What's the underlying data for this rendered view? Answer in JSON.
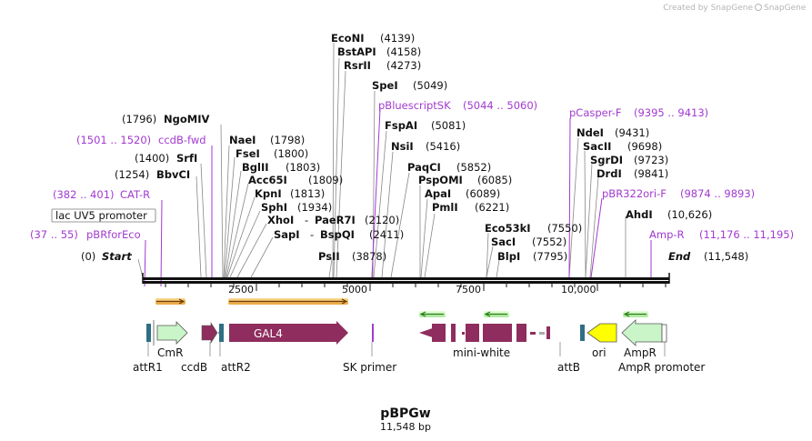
{
  "watermark": "Created by SnapGene",
  "plasmid": {
    "name": "pBPGw",
    "length_label": "11,548 bp",
    "length": 11548
  },
  "ruler": {
    "start_label": "Start",
    "start_pos": "(0)",
    "end_label": "End",
    "end_pos": "(11,548)",
    "ticks": [
      "2500",
      "5000",
      "7500",
      "10,000"
    ]
  },
  "sites": [
    {
      "id": "econi",
      "name": "EcoNI",
      "pos": "(4139)",
      "bp": 4139
    },
    {
      "id": "bstapi",
      "name": "BstAPI",
      "pos": "(4158)",
      "bp": 4158
    },
    {
      "id": "rsrii",
      "name": "RsrII",
      "pos": "(4273)",
      "bp": 4273
    },
    {
      "id": "spei",
      "name": "SpeI",
      "pos": "(5049)",
      "bp": 5049
    },
    {
      "id": "fspai",
      "name": "FspAI",
      "pos": "(5081)",
      "bp": 5081
    },
    {
      "id": "nsii",
      "name": "NsiI",
      "pos": "(5416)",
      "bp": 5416
    },
    {
      "id": "paqci",
      "name": "PaqCI",
      "pos": "(5852)",
      "bp": 5852
    },
    {
      "id": "pspomi",
      "name": "PspOMI",
      "pos": "(6085)",
      "bp": 6085
    },
    {
      "id": "apai",
      "name": "ApaI",
      "pos": "(6089)",
      "bp": 6089
    },
    {
      "id": "pmli",
      "name": "PmlI",
      "pos": "(6221)",
      "bp": 6221
    },
    {
      "id": "ngomiv",
      "name": "NgoMIV",
      "pos": "(1796)",
      "bp": 1796
    },
    {
      "id": "naei",
      "name": "NaeI",
      "pos": "(1798)",
      "bp": 1798
    },
    {
      "id": "fsei",
      "name": "FseI",
      "pos": "(1800)",
      "bp": 1800
    },
    {
      "id": "bglii",
      "name": "BglII",
      "pos": "(1803)",
      "bp": 1803
    },
    {
      "id": "acc65i",
      "name": "Acc65I",
      "pos": "(1809)",
      "bp": 1809
    },
    {
      "id": "kpni",
      "name": "KpnI",
      "pos": "(1813)",
      "bp": 1813
    },
    {
      "id": "sphi",
      "name": "SphI",
      "pos": "(1934)",
      "bp": 1934
    },
    {
      "id": "xhoi",
      "name": "XhoI",
      "pos": "",
      "bp": 2120
    },
    {
      "id": "paer7i",
      "name": "PaeR7I",
      "pos": "(2120)",
      "bp": 2120
    },
    {
      "id": "sapi",
      "name": "SapI",
      "pos": "",
      "bp": 2411
    },
    {
      "id": "bspqi",
      "name": "BspQI",
      "pos": "(2411)",
      "bp": 2411
    },
    {
      "id": "srfi",
      "name": "SrfI",
      "pos": "(1400)",
      "bp": 1400
    },
    {
      "id": "bbvci",
      "name": "BbvCI",
      "pos": "(1254)",
      "bp": 1254
    },
    {
      "id": "psii",
      "name": "PsII",
      "pos": "(3878)",
      "bp": 3878
    },
    {
      "id": "ndei",
      "name": "NdeI",
      "pos": "(9431)",
      "bp": 9431
    },
    {
      "id": "sacii",
      "name": "SacII",
      "pos": "(9698)",
      "bp": 9698
    },
    {
      "id": "sgrdi",
      "name": "SgrDI",
      "pos": "(9723)",
      "bp": 9723
    },
    {
      "id": "drdi",
      "name": "DrdI",
      "pos": "(9841)",
      "bp": 9841
    },
    {
      "id": "ahdi",
      "name": "AhdI",
      "pos": "(10,626)",
      "bp": 10626
    },
    {
      "id": "eco53ki",
      "name": "Eco53kI",
      "pos": "(7550)",
      "bp": 7550
    },
    {
      "id": "saci",
      "name": "SacI",
      "pos": "(7552)",
      "bp": 7552
    },
    {
      "id": "blpi",
      "name": "BlpI",
      "pos": "(7795)",
      "bp": 7795
    }
  ],
  "primers": [
    {
      "id": "pbluescriptsk",
      "name": "pBluescriptSK",
      "range": "(5044 .. 5060)"
    },
    {
      "id": "ccdb-fwd",
      "name": "ccdB-fwd",
      "range": "(1501 .. 1520)"
    },
    {
      "id": "cat-r",
      "name": "CAT-R",
      "range": "(382 .. 401)"
    },
    {
      "id": "pbrforeco",
      "name": "pBRforEco",
      "range": "(37 .. 55)"
    },
    {
      "id": "pcasper-f",
      "name": "pCasper-F",
      "range": "(9395 .. 9413)"
    },
    {
      "id": "pbr322ori-f",
      "name": "pBR322ori-F",
      "range": "(9874 .. 9893)"
    },
    {
      "id": "amp-r",
      "name": "Amp-R",
      "range": "(11,176 .. 11,195)"
    }
  ],
  "boxed_feature": "lac UV5 promoter",
  "features": {
    "attr1": "attR1",
    "cmr": "CmR",
    "ccdb": "ccdB",
    "attr2": "attR2",
    "gal4": "GAL4",
    "sk_primer": "SK primer",
    "mini_white": "mini-white",
    "attb": "attB",
    "ori": "ori",
    "ampr": "AmpR",
    "ampr_promoter": "AmpR promoter"
  },
  "colors": {
    "primer": "#a23ad0",
    "gal4": "#8e2d5e",
    "orf_light": "#c9f5c9",
    "ori": "#ffff00",
    "att": "#2e6f86",
    "orange_bar": "#f5b941",
    "green_arrow": "#2a7d1a"
  }
}
